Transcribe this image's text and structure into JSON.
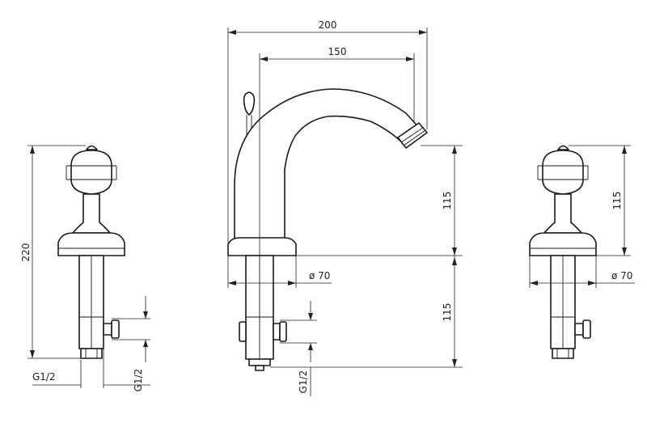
{
  "drawing": {
    "title": "",
    "left_valve": {
      "height": "220",
      "thread": "G1/2",
      "thread_side": "G1/2"
    },
    "spout": {
      "reach_total": "200",
      "reach_outlet": "150",
      "height_above_deck": "115",
      "height_below_deck": "115",
      "base_diameter": "ø 70",
      "thread": "G1/2"
    },
    "right_valve": {
      "height": "115",
      "base_diameter": "ø 70"
    }
  }
}
